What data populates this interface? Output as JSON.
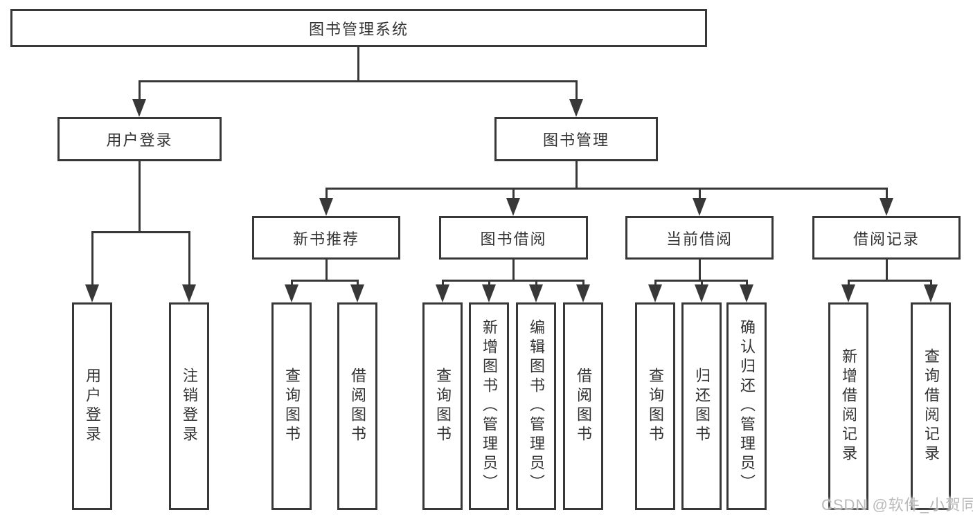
{
  "tree": {
    "label": "图书管理系统",
    "children": [
      {
        "label": "用户登录",
        "children": [
          {
            "label": "用户登录"
          },
          {
            "label": "注销登录"
          }
        ]
      },
      {
        "label": "图书管理",
        "children": [
          {
            "label": "新书推荐",
            "children": [
              {
                "label": "查询图书"
              },
              {
                "label": "借阅图书"
              }
            ]
          },
          {
            "label": "图书借阅",
            "children": [
              {
                "label": "查询图书"
              },
              {
                "label": "新增图书（管理员）"
              },
              {
                "label": "编辑图书（管理员）"
              },
              {
                "label": "借阅图书"
              }
            ]
          },
          {
            "label": "当前借阅",
            "children": [
              {
                "label": "查询图书"
              },
              {
                "label": "归还图书"
              },
              {
                "label": "确认归还（管理员）"
              }
            ]
          },
          {
            "label": "借阅记录",
            "children": [
              {
                "label": "新增借阅记录"
              },
              {
                "label": "查询借阅记录"
              }
            ]
          }
        ]
      }
    ]
  },
  "watermark": "CSDN @软件_小贺同学",
  "colors": {
    "line": "#383838",
    "text": "#333333",
    "background": "#ffffff",
    "watermark": "#b9b9b9"
  }
}
